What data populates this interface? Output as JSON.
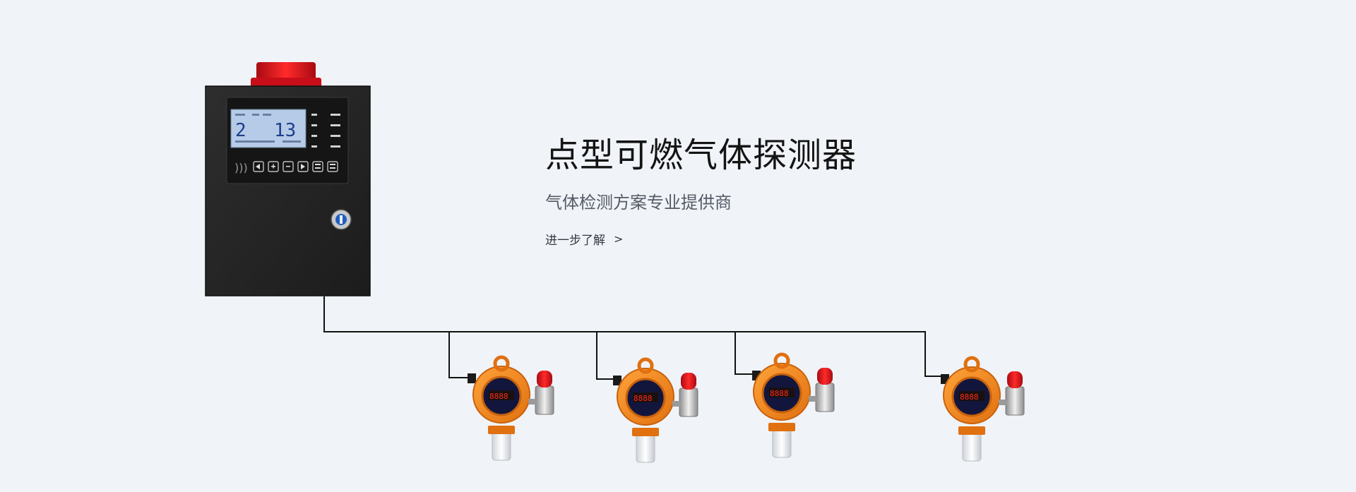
{
  "hero": {
    "title": "点型可燃气体探测器",
    "subtitle": "气体检测方案专业提供商",
    "learn_more_label": "进一步了解",
    "learn_more_arrow": ">"
  },
  "controller": {
    "lcd_channel": "2",
    "lcd_value": "13"
  },
  "detectors": [
    {
      "display": "8888"
    },
    {
      "display": "8888"
    },
    {
      "display": "8888"
    },
    {
      "display": "8888"
    }
  ],
  "colors": {
    "background": "#f0f3f8",
    "controller_body": "#262626",
    "beacon_red": "#d9101c",
    "detector_orange": "#f28518",
    "lcd_blue": "#b5cbe8",
    "led_red": "#ff2a1a",
    "wire": "#111111"
  }
}
